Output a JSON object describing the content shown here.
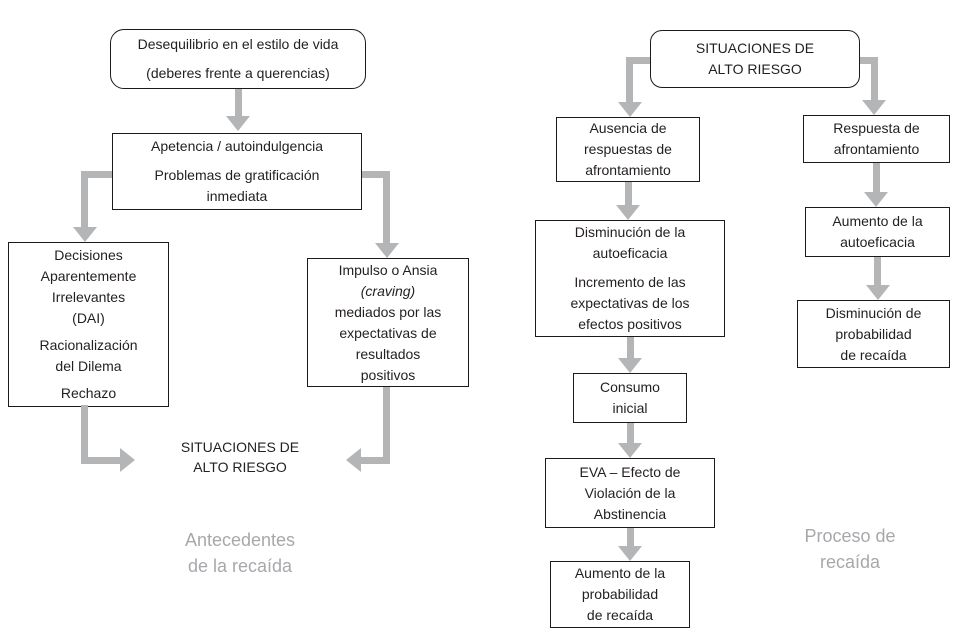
{
  "colors": {
    "arrow_color": "#b4b5b7",
    "caption_color": "#a6a8ab",
    "border_color": "#1b1b1b",
    "text_color": "#231f20",
    "bg_color": "#ffffff"
  },
  "nodes": {
    "lifestyle": {
      "lines": [
        "Desequilibrio en el estilo de vida",
        "(deberes frente a querencias)"
      ]
    },
    "appetite": {
      "lines": [
        "Apetencia / autoindulgencia",
        "Problemas de gratificación",
        "inmediata"
      ]
    },
    "decisions": {
      "lines": [
        "Decisiones",
        "Aparentemente",
        "Irrelevantes",
        "(DAI)",
        "Racionalización",
        "del Dilema",
        "Rechazo"
      ]
    },
    "impulse": {
      "lines": [
        "Impulso o Ansia",
        "(craving)",
        "mediados por las",
        "expectativas de",
        "resultados",
        "positivos"
      ]
    },
    "high_risk": {
      "lines": [
        "SITUACIONES DE",
        "ALTO RIESGO"
      ]
    },
    "no_coping": {
      "lines": [
        "Ausencia de",
        "respuestas de",
        "afrontamiento"
      ]
    },
    "decreased_selfefficacy": {
      "lines": [
        "Disminución de la",
        "autoeficacia",
        "Incremento de las",
        "expectativas de los",
        "efectos positivos"
      ]
    },
    "initial_use": {
      "lines": [
        "Consumo",
        "inicial"
      ]
    },
    "ave": {
      "lines": [
        "EVA – Efecto de",
        "Violación de la",
        "Abstinencia"
      ]
    },
    "increased_relapse": {
      "lines": [
        "Aumento de la",
        "probabilidad",
        "de recaída"
      ]
    },
    "coping": {
      "lines": [
        "Respuesta de",
        "afrontamiento"
      ]
    },
    "increased_selfefficacy": {
      "lines": [
        "Aumento de la",
        "autoeficacia"
      ]
    },
    "decreased_relapse": {
      "lines": [
        "Disminución de",
        "probabilidad",
        "de recaída"
      ]
    }
  },
  "labels": {
    "high_risk_left": {
      "lines": [
        "SITUACIONES DE",
        "ALTO RIESGO"
      ]
    }
  },
  "captions": {
    "antecedents": {
      "lines": [
        "Antecedentes",
        "de la recaída"
      ]
    },
    "process": {
      "lines": [
        "Proceso de",
        "recaída"
      ]
    }
  }
}
